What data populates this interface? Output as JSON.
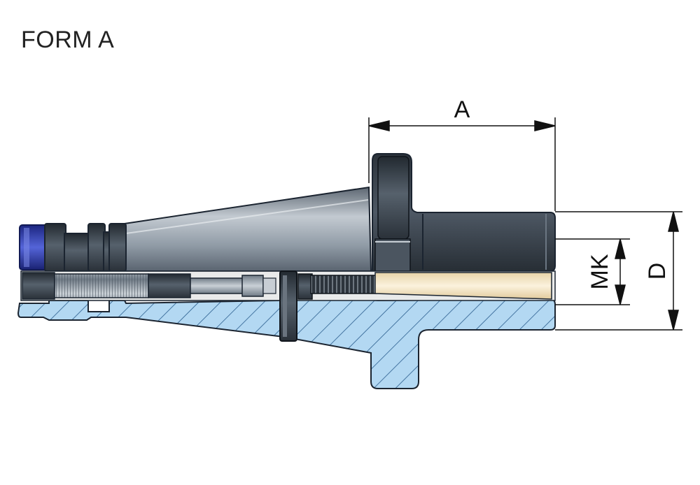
{
  "title": "FORM A",
  "dimensions": {
    "a": "A",
    "mk": "MK",
    "d": "D"
  },
  "colors": {
    "hatch_fill": "#b3d8f2",
    "hatch_line": "#2a5d8e",
    "body_dark": "#3c4550",
    "cone": "#8e9aa6",
    "bore": "#f2e3c4",
    "nut": "#2b39a8"
  }
}
